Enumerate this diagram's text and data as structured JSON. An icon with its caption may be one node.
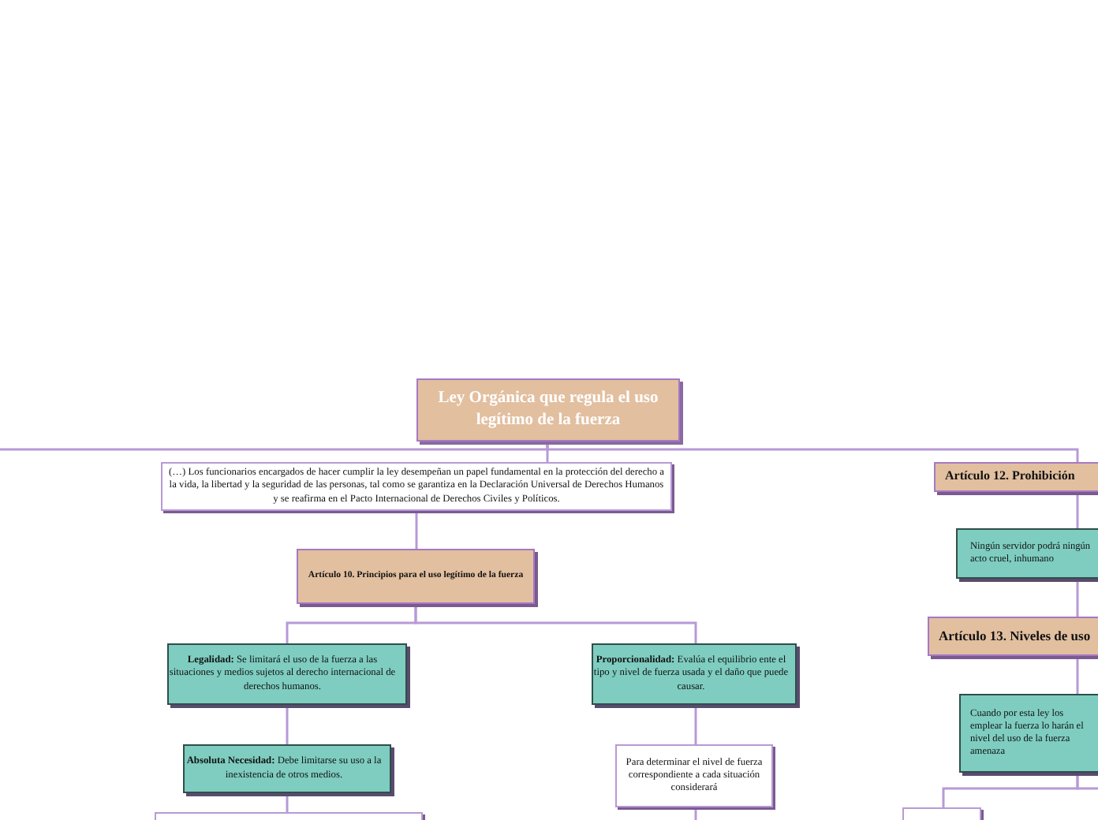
{
  "diagram": {
    "nodes": [
      {
        "text": [
          "Ley Orgánica que regula el uso legítimo de la fuerza"
        ]
      },
      {
        "text": [
          "(…) Los funcionarios encargados de hacer cumplir la ley desempeñan un papel fundamental en la protección del derecho a la vida, la libertad y la seguridad de las personas, tal como se garantiza en la Declaración Universal de Derechos Humanos y se reafirma en el Pacto Internacional de Derechos Civiles y Políticos."
        ]
      },
      {
        "text": [
          "Artículo 12. Prohibición"
        ]
      },
      {
        "text": [
          "Artículo 10. Principios para el uso legítimo de la fuerza"
        ]
      },
      {
        "text": [
          "Ningún servidor podrá ningún acto cruel, inhumano"
        ]
      },
      {
        "text": [
          "**Legalidad:** Se limitará el uso de la fuerza a las situaciones y medios sujetos al derecho internacional de derechos humanos."
        ]
      },
      {
        "text": [
          "**Proporcionalidad:** Evalúa el equilibrio ente el tipo y nivel de fuerza usada y el daño que puede causar."
        ]
      },
      {
        "text": [
          "Artículo 13. Niveles de uso"
        ]
      },
      {
        "text": [
          "Cuando por esta ley los emplear la fuerza lo harán el nivel del uso de la fuerza amenaza"
        ]
      },
      {
        "text": [
          "**Absoluta Necesidad:**  Debe limitarse su uso a la inexistencia de otros medios."
        ]
      },
      {
        "text": [
          "Para determinar el nivel de fuerza correspondiente a cada situación considerará"
        ]
      },
      {
        "text": [],
        "shape": "box"
      },
      {
        "text": [],
        "shape": "box"
      }
    ],
    "edges": [
      {
        "from": 0,
        "to": null,
        "arrow": "none"
      },
      {
        "from": 0,
        "to": 1,
        "arrow": "none"
      },
      {
        "from": 0,
        "to": 2,
        "arrow": "none"
      },
      {
        "from": 1,
        "to": 3,
        "arrow": "none"
      },
      {
        "from": 2,
        "to": 4,
        "arrow": "none"
      },
      {
        "from": 3,
        "to": 5,
        "arrow": "none"
      },
      {
        "from": 3,
        "to": 6,
        "arrow": "none"
      },
      {
        "from": 4,
        "to": 7,
        "arrow": "none"
      },
      {
        "from": 7,
        "to": 8,
        "arrow": "none"
      },
      {
        "from": 5,
        "to": 9,
        "arrow": "none"
      },
      {
        "from": 6,
        "to": 10,
        "arrow": "none"
      },
      {
        "from": 9,
        "to": 11,
        "arrow": "none"
      },
      {
        "from": 10,
        "to": null,
        "arrow": "none"
      },
      {
        "from": 8,
        "to": 12,
        "arrow": "none"
      },
      {
        "from": 8,
        "to": null,
        "arrow": "none"
      }
    ]
  }
}
